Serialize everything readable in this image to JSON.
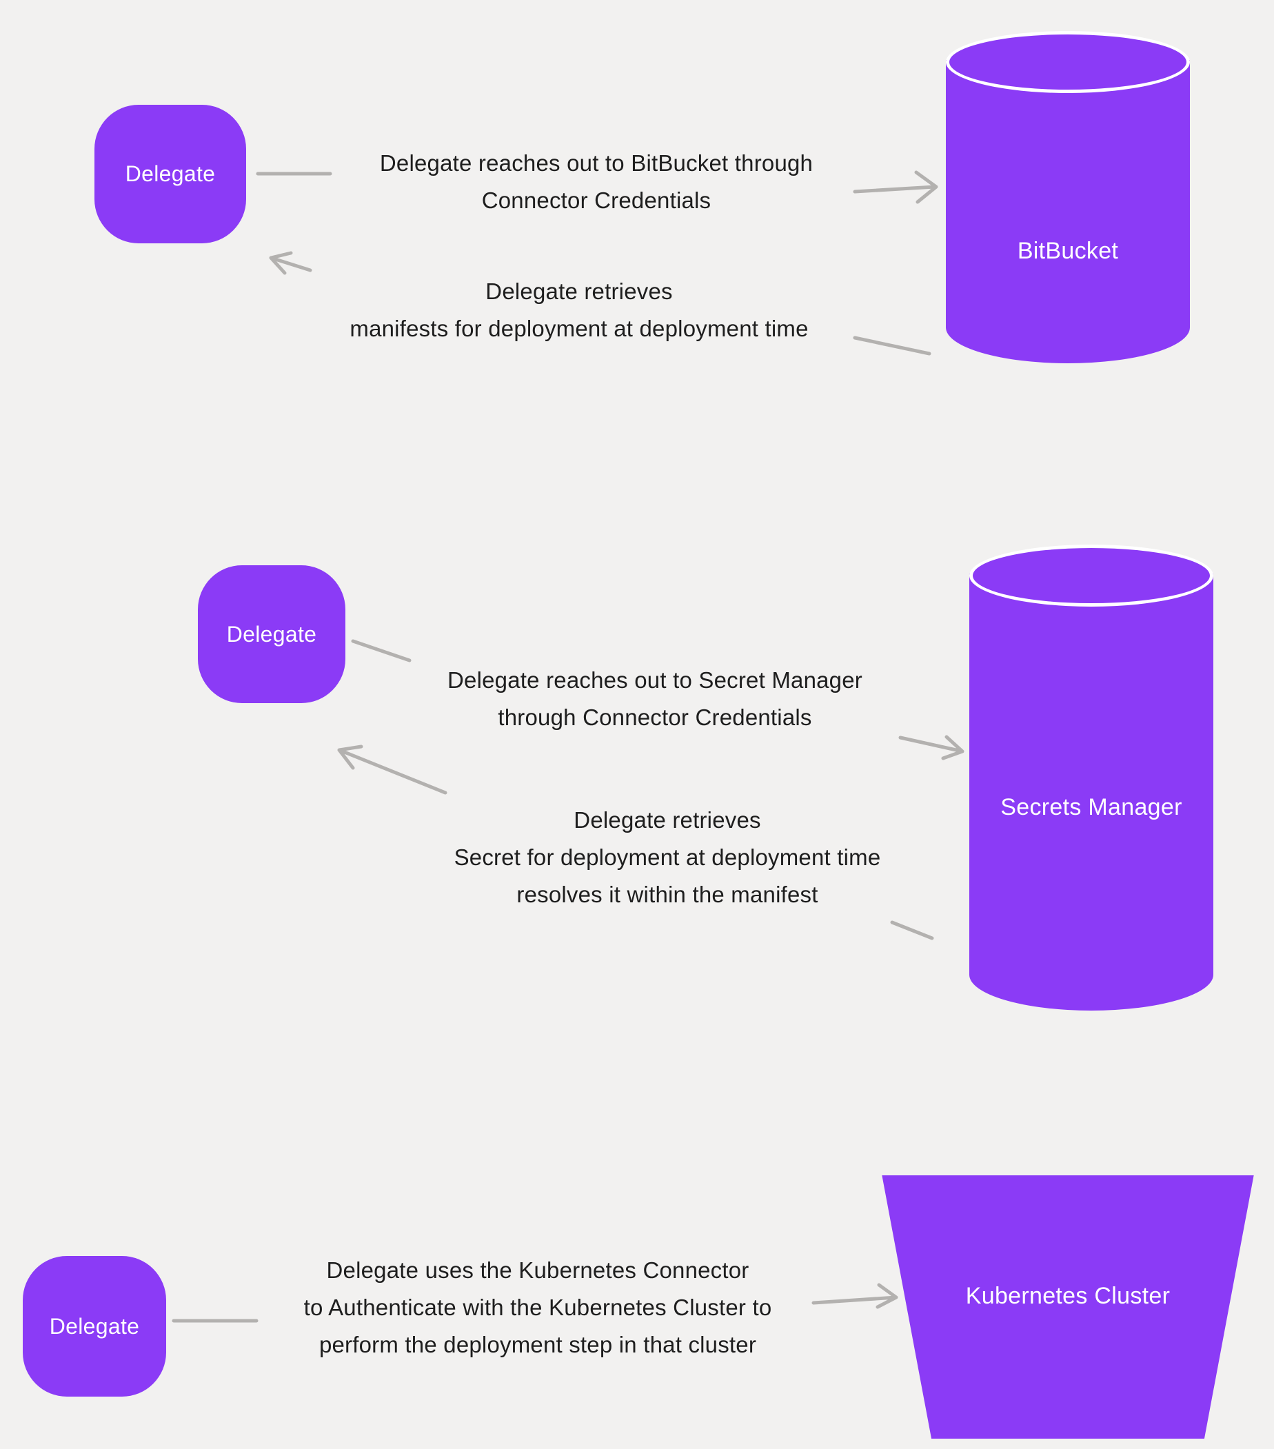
{
  "colors": {
    "accent": "#8b3bf6",
    "background": "#f2f1f0",
    "arrow": "#b3b1af",
    "text": "#1e1e1e"
  },
  "sections": [
    {
      "delegate_label": "Delegate",
      "target_label": "BitBucket",
      "target_shape": "cylinder",
      "request_text": [
        "Delegate reaches out to BitBucket through",
        "Connector Credentials"
      ],
      "response_text": [
        "Delegate retrieves",
        "manifests for deployment at deployment time"
      ]
    },
    {
      "delegate_label": "Delegate",
      "target_label": "Secrets Manager",
      "target_shape": "cylinder",
      "request_text": [
        "Delegate reaches out to Secret Manager",
        "through Connector Credentials"
      ],
      "response_text": [
        "Delegate retrieves",
        "Secret for deployment at deployment time",
        "resolves it within the manifest"
      ]
    },
    {
      "delegate_label": "Delegate",
      "target_label": "Kubernetes Cluster",
      "target_shape": "trapezoid",
      "request_text": [
        "Delegate uses the Kubernetes Connector",
        "to Authenticate with the Kubernetes Cluster to",
        "perform the deployment step in that cluster"
      ]
    }
  ]
}
